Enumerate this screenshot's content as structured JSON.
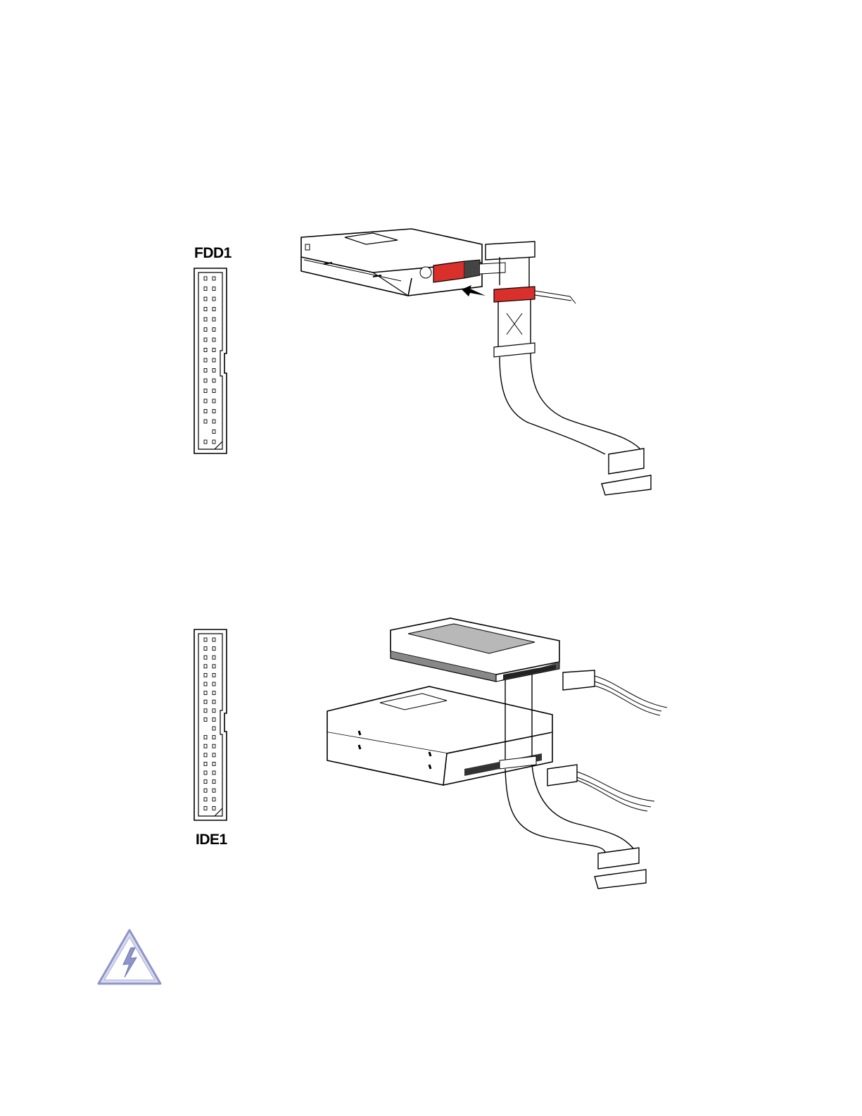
{
  "labels": {
    "fdd": "FDD1",
    "ide": "IDE1"
  },
  "figures": {
    "fdd_figure": "floppy-drive-cable-installation",
    "ide_figure": "ide-drive-cable-installation"
  },
  "icons": {
    "warning": "warning-lightning-icon"
  },
  "colors": {
    "highlight": "#d9302c",
    "line": "#000000",
    "warning_fill": "#d9dcef",
    "warning_stroke": "#8f95c8"
  },
  "headers": {
    "fdd_pin_rows": 17,
    "ide_pin_rows": 20
  }
}
